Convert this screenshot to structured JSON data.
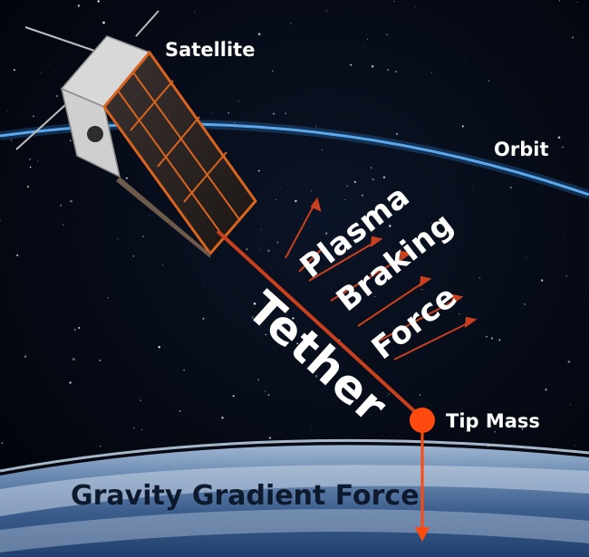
{
  "labels": {
    "satellite": "Satellite",
    "orbit": "Orbit",
    "plasma": "Plasma",
    "braking": "Braking",
    "force": "Force",
    "tether": "Tether",
    "tip_mass": "Tip Mass",
    "gravity_gradient_force": "Gravity Gradient Force"
  },
  "colors": {
    "space": "#020611",
    "tether": "#c8401e",
    "tip_mass": "#ff4a0f",
    "orbit_line": "#3d8fd6",
    "earth": "#5f7ea8",
    "text": "#ffffff"
  }
}
